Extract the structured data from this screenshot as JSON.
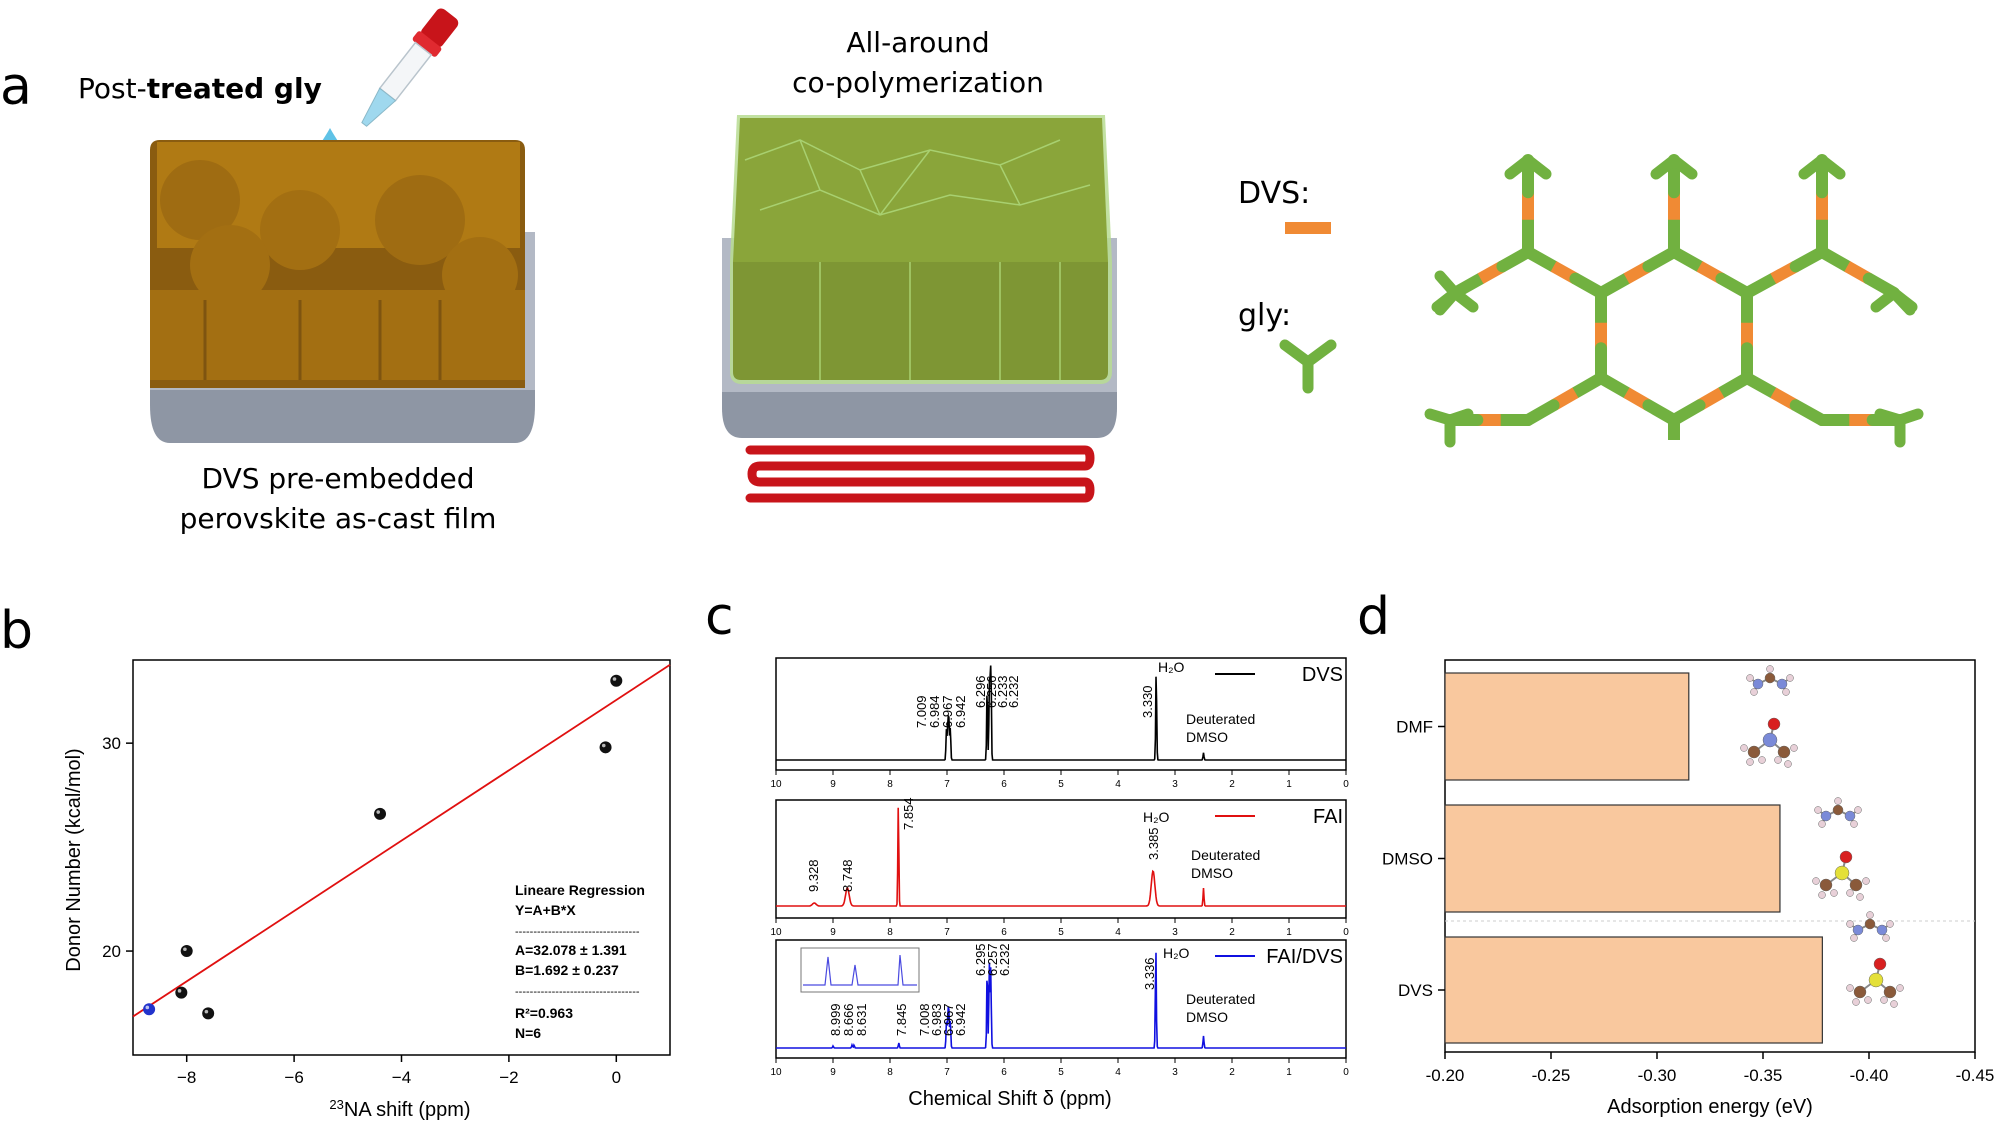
{
  "panel_labels": {
    "a": "a",
    "b": "b",
    "c": "c",
    "d": "d"
  },
  "panel_a": {
    "post_label_pre": "Post-",
    "post_label_bold": "treated gly",
    "film_caption_line1": "DVS pre-embedded",
    "film_caption_line2": "perovskite as-cast film",
    "copoly_line1": "All-around",
    "copoly_line2": "co-polymerization",
    "legend_dvs": "DVS:",
    "legend_gly": "gly:",
    "colors": {
      "perovskite": "#b07a14",
      "substrate": "#a6adbb",
      "polymer_film": "#8aa53a",
      "dvs": "#f08a34",
      "gly": "#71b140",
      "heat": "#c8141a",
      "droplet": "#5fc2e6"
    }
  },
  "chart_data": [
    {
      "type": "scatter",
      "panel": "b",
      "xlabel_sup": "23",
      "xlabel": "NA shift (ppm)",
      "ylabel": "Donor Number (kcal/mol)",
      "xlim": [
        -9,
        1
      ],
      "ylim": [
        15,
        34
      ],
      "xticks": [
        -8,
        -6,
        -4,
        -2,
        0
      ],
      "yticks": [
        20,
        30
      ],
      "points": [
        {
          "x": 0.0,
          "y": 33.0
        },
        {
          "x": -0.2,
          "y": 29.8
        },
        {
          "x": -4.4,
          "y": 26.6
        },
        {
          "x": -8.0,
          "y": 20.0
        },
        {
          "x": -8.1,
          "y": 18.0
        },
        {
          "x": -7.6,
          "y": 17.0
        },
        {
          "x": -8.7,
          "y": 17.2,
          "highlight": true
        }
      ],
      "fit": {
        "A": 32.078,
        "B": 1.692
      },
      "annotation": [
        "Lineare Regression",
        "Y=A+B*X",
        "----------------------------------",
        "A=32.078 ± 1.391",
        "B=1.692 ±  0.237",
        "----------------------------------",
        "R²=0.963",
        "N=6"
      ],
      "colors": {
        "points": "#111111",
        "highlight": "#2233cc",
        "fit": "#e01010"
      }
    },
    {
      "type": "line",
      "panel": "c",
      "xlabel": "Chemical Shift δ (ppm)",
      "xlim": [
        10,
        0
      ],
      "xticks": [
        10,
        9,
        8,
        7,
        6,
        5,
        4,
        3,
        2,
        1,
        0
      ],
      "series": [
        {
          "name": "DVS",
          "color": "#000000",
          "peaks": [
            [
              7.009,
              0.35
            ],
            [
              6.984,
              0.4
            ],
            [
              6.967,
              0.42
            ],
            [
              6.942,
              0.36
            ],
            [
              6.296,
              0.8
            ],
            [
              6.256,
              0.85
            ],
            [
              6.233,
              0.82
            ],
            [
              6.232,
              0.78
            ],
            [
              3.33,
              1.0
            ],
            [
              2.5,
              0.08
            ]
          ],
          "labels_group1": [
            "7.009",
            "6.984",
            "6.967",
            "6.942"
          ],
          "labels_group2": [
            "6.296",
            "6.256",
            "6.233",
            "6.232"
          ],
          "label_h2o_ppm": "3.330",
          "h2o": "H₂O",
          "solvent_line1": "Deuterated",
          "solvent_line2": "DMSO"
        },
        {
          "name": "FAI",
          "color": "#e01010",
          "peaks": [
            [
              9.328,
              0.03
            ],
            [
              8.748,
              0.18
            ],
            [
              7.854,
              1.0
            ],
            [
              3.385,
              0.35
            ],
            [
              2.5,
              0.18
            ]
          ],
          "labels_group1": [
            "9.328",
            "8.748"
          ],
          "labels_group2": [
            "7.854"
          ],
          "label_h2o_ppm": "3.385",
          "h2o": "H₂O",
          "solvent_line1": "Deuterated",
          "solvent_line2": "DMSO"
        },
        {
          "name": "FAI/DVS",
          "color": "#1010e0",
          "peaks": [
            [
              8.999,
              0.02
            ],
            [
              8.666,
              0.03
            ],
            [
              8.631,
              0.03
            ],
            [
              7.845,
              0.05
            ],
            [
              7.008,
              0.28
            ],
            [
              6.983,
              0.32
            ],
            [
              6.967,
              0.33
            ],
            [
              6.942,
              0.27
            ],
            [
              6.295,
              0.8
            ],
            [
              6.257,
              0.85
            ],
            [
              6.232,
              0.8
            ],
            [
              3.336,
              1.0
            ],
            [
              2.5,
              0.12
            ]
          ],
          "labels_group1": [
            "8.999",
            "8.666",
            "8.631"
          ],
          "labels_group1b": [
            "7.845"
          ],
          "labels_group2": [
            "7.008",
            "6.983",
            "6.967",
            "6.942"
          ],
          "labels_group3": [
            "6.295",
            "6.257",
            "6.232"
          ],
          "label_h2o_ppm": "3.336",
          "h2o": "H₂O",
          "solvent_line1": "Deuterated",
          "solvent_line2": "DMSO"
        }
      ]
    },
    {
      "type": "bar",
      "panel": "d",
      "orientation": "horizontal",
      "categories": [
        "DMF",
        "DMSO",
        "DVS"
      ],
      "values": [
        -0.315,
        -0.358,
        -0.378
      ],
      "xlabel": "Adsorption energy (eV)",
      "xlim": [
        -0.2,
        -0.45
      ],
      "xticks": [
        "-0.20",
        "-0.25",
        "-0.30",
        "-0.35",
        "-0.40",
        "-0.45"
      ],
      "xtick_values": [
        -0.2,
        -0.25,
        -0.3,
        -0.35,
        -0.4,
        -0.45
      ],
      "bar_color": "#f9c89e",
      "bar_edge": "#333333"
    }
  ]
}
